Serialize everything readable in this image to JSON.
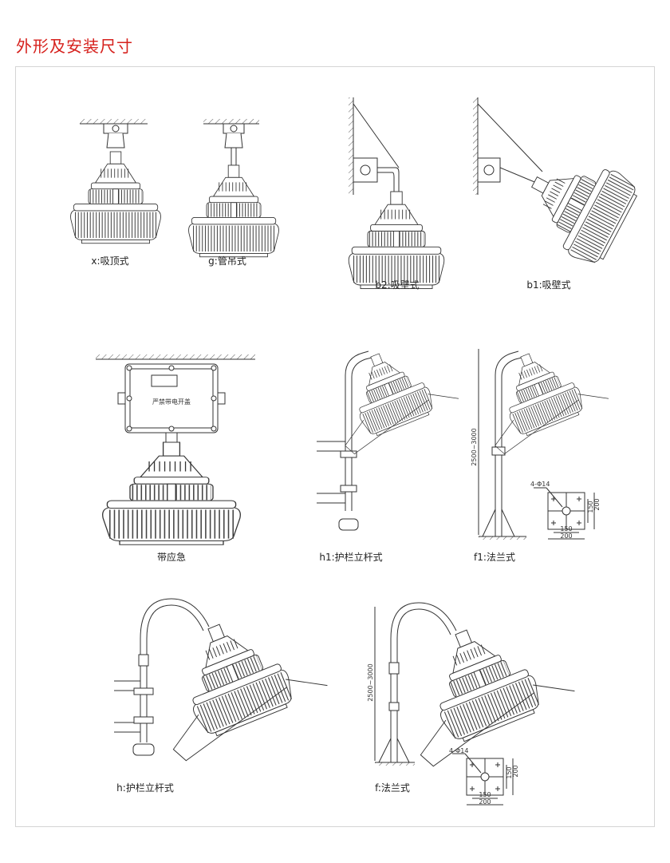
{
  "title": "外形及安装尺寸",
  "figures": [
    {
      "label": "x:吸顶式"
    },
    {
      "label": "g:管吊式"
    },
    {
      "label": "b2:吸壁式"
    },
    {
      "label": "b1:吸壁式"
    },
    {
      "label": "带应急",
      "box_text": "严禁带电开盖"
    },
    {
      "label": "h1:护栏立杆式"
    },
    {
      "label": "f1:法兰式",
      "height_dim": "2500~3000",
      "hole_spec": "4-Φ14",
      "inner_dim": "150",
      "outer_dim": "200"
    },
    {
      "label": "h:护栏立杆式"
    },
    {
      "label": "f:法兰式",
      "height_dim": "2500~3000",
      "hole_spec": "4-Φ14",
      "inner_dim": "150",
      "outer_dim": "200"
    }
  ]
}
